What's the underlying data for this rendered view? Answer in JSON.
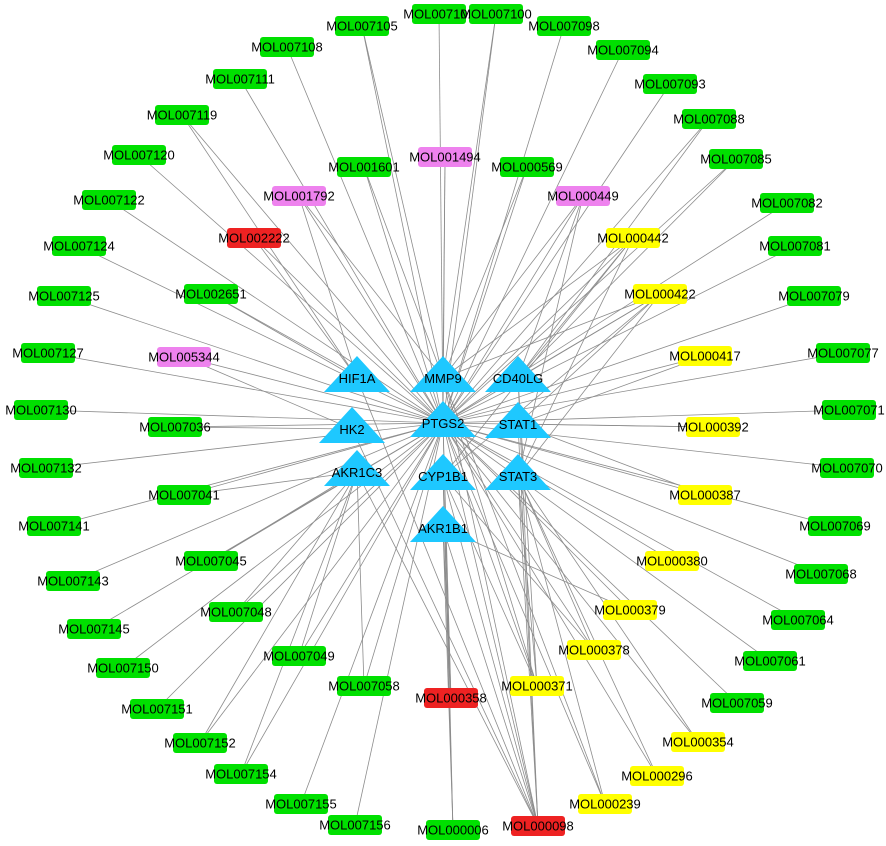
{
  "colors": {
    "green": "#00e000",
    "yellow": "#ffff00",
    "pink": "#ee82ee",
    "red": "#ee2222",
    "target": "#1ec8ff",
    "edge": "#8c8c8c"
  },
  "targets": [
    "PTGS2",
    "MMP9",
    "HIF1A",
    "CD40LG",
    "HK2",
    "STAT1",
    "AKR1C3",
    "CYP1B1",
    "STAT3",
    "AKR1B1"
  ],
  "compounds": [
    {
      "label": "MOL007101",
      "color": "green"
    },
    {
      "label": "MOL007100",
      "color": "green"
    },
    {
      "label": "MOL007105",
      "color": "green"
    },
    {
      "label": "MOL007098",
      "color": "green"
    },
    {
      "label": "MOL007108",
      "color": "green"
    },
    {
      "label": "MOL007094",
      "color": "green"
    },
    {
      "label": "MOL007111",
      "color": "green"
    },
    {
      "label": "MOL007093",
      "color": "green"
    },
    {
      "label": "MOL007119",
      "color": "green"
    },
    {
      "label": "MOL007088",
      "color": "green"
    },
    {
      "label": "MOL001494",
      "color": "pink"
    },
    {
      "label": "MOL007120",
      "color": "green"
    },
    {
      "label": "MOL001601",
      "color": "green"
    },
    {
      "label": "MOL000569",
      "color": "green"
    },
    {
      "label": "MOL007085",
      "color": "green"
    },
    {
      "label": "MOL001792",
      "color": "pink"
    },
    {
      "label": "MOL000449",
      "color": "pink"
    },
    {
      "label": "MOL007122",
      "color": "green"
    },
    {
      "label": "MOL007082",
      "color": "green"
    },
    {
      "label": "MOL002222",
      "color": "red"
    },
    {
      "label": "MOL000442",
      "color": "yellow"
    },
    {
      "label": "MOL007124",
      "color": "green"
    },
    {
      "label": "MOL007081",
      "color": "green"
    },
    {
      "label": "MOL007125",
      "color": "green"
    },
    {
      "label": "MOL002651",
      "color": "green"
    },
    {
      "label": "MOL000422",
      "color": "yellow"
    },
    {
      "label": "MOL007079",
      "color": "green"
    },
    {
      "label": "MOL007127",
      "color": "green"
    },
    {
      "label": "MOL005344",
      "color": "pink"
    },
    {
      "label": "MOL000417",
      "color": "yellow"
    },
    {
      "label": "MOL007077",
      "color": "green"
    },
    {
      "label": "MOL007130",
      "color": "green"
    },
    {
      "label": "MOL007036",
      "color": "green"
    },
    {
      "label": "MOL000392",
      "color": "yellow"
    },
    {
      "label": "MOL007071",
      "color": "green"
    },
    {
      "label": "MOL007132",
      "color": "green"
    },
    {
      "label": "MOL007070",
      "color": "green"
    },
    {
      "label": "MOL007041",
      "color": "green"
    },
    {
      "label": "MOL000387",
      "color": "yellow"
    },
    {
      "label": "MOL007141",
      "color": "green"
    },
    {
      "label": "MOL007069",
      "color": "green"
    },
    {
      "label": "MOL007045",
      "color": "green"
    },
    {
      "label": "MOL000380",
      "color": "yellow"
    },
    {
      "label": "MOL007143",
      "color": "green"
    },
    {
      "label": "MOL007068",
      "color": "green"
    },
    {
      "label": "MOL007048",
      "color": "green"
    },
    {
      "label": "MOL000379",
      "color": "yellow"
    },
    {
      "label": "MOL007145",
      "color": "green"
    },
    {
      "label": "MOL007064",
      "color": "green"
    },
    {
      "label": "MOL007049",
      "color": "green"
    },
    {
      "label": "MOL000378",
      "color": "yellow"
    },
    {
      "label": "MOL007150",
      "color": "green"
    },
    {
      "label": "MOL007061",
      "color": "green"
    },
    {
      "label": "MOL007058",
      "color": "green"
    },
    {
      "label": "MOL000358",
      "color": "red"
    },
    {
      "label": "MOL000371",
      "color": "yellow"
    },
    {
      "label": "MOL007151",
      "color": "green"
    },
    {
      "label": "MOL007059",
      "color": "green"
    },
    {
      "label": "MOL007152",
      "color": "green"
    },
    {
      "label": "MOL000354",
      "color": "yellow"
    },
    {
      "label": "MOL007154",
      "color": "green"
    },
    {
      "label": "MOL000296",
      "color": "yellow"
    },
    {
      "label": "MOL007155",
      "color": "green"
    },
    {
      "label": "MOL000239",
      "color": "yellow"
    },
    {
      "label": "MOL007156",
      "color": "green"
    },
    {
      "label": "MOL000006",
      "color": "green"
    },
    {
      "label": "MOL000098",
      "color": "red"
    }
  ]
}
